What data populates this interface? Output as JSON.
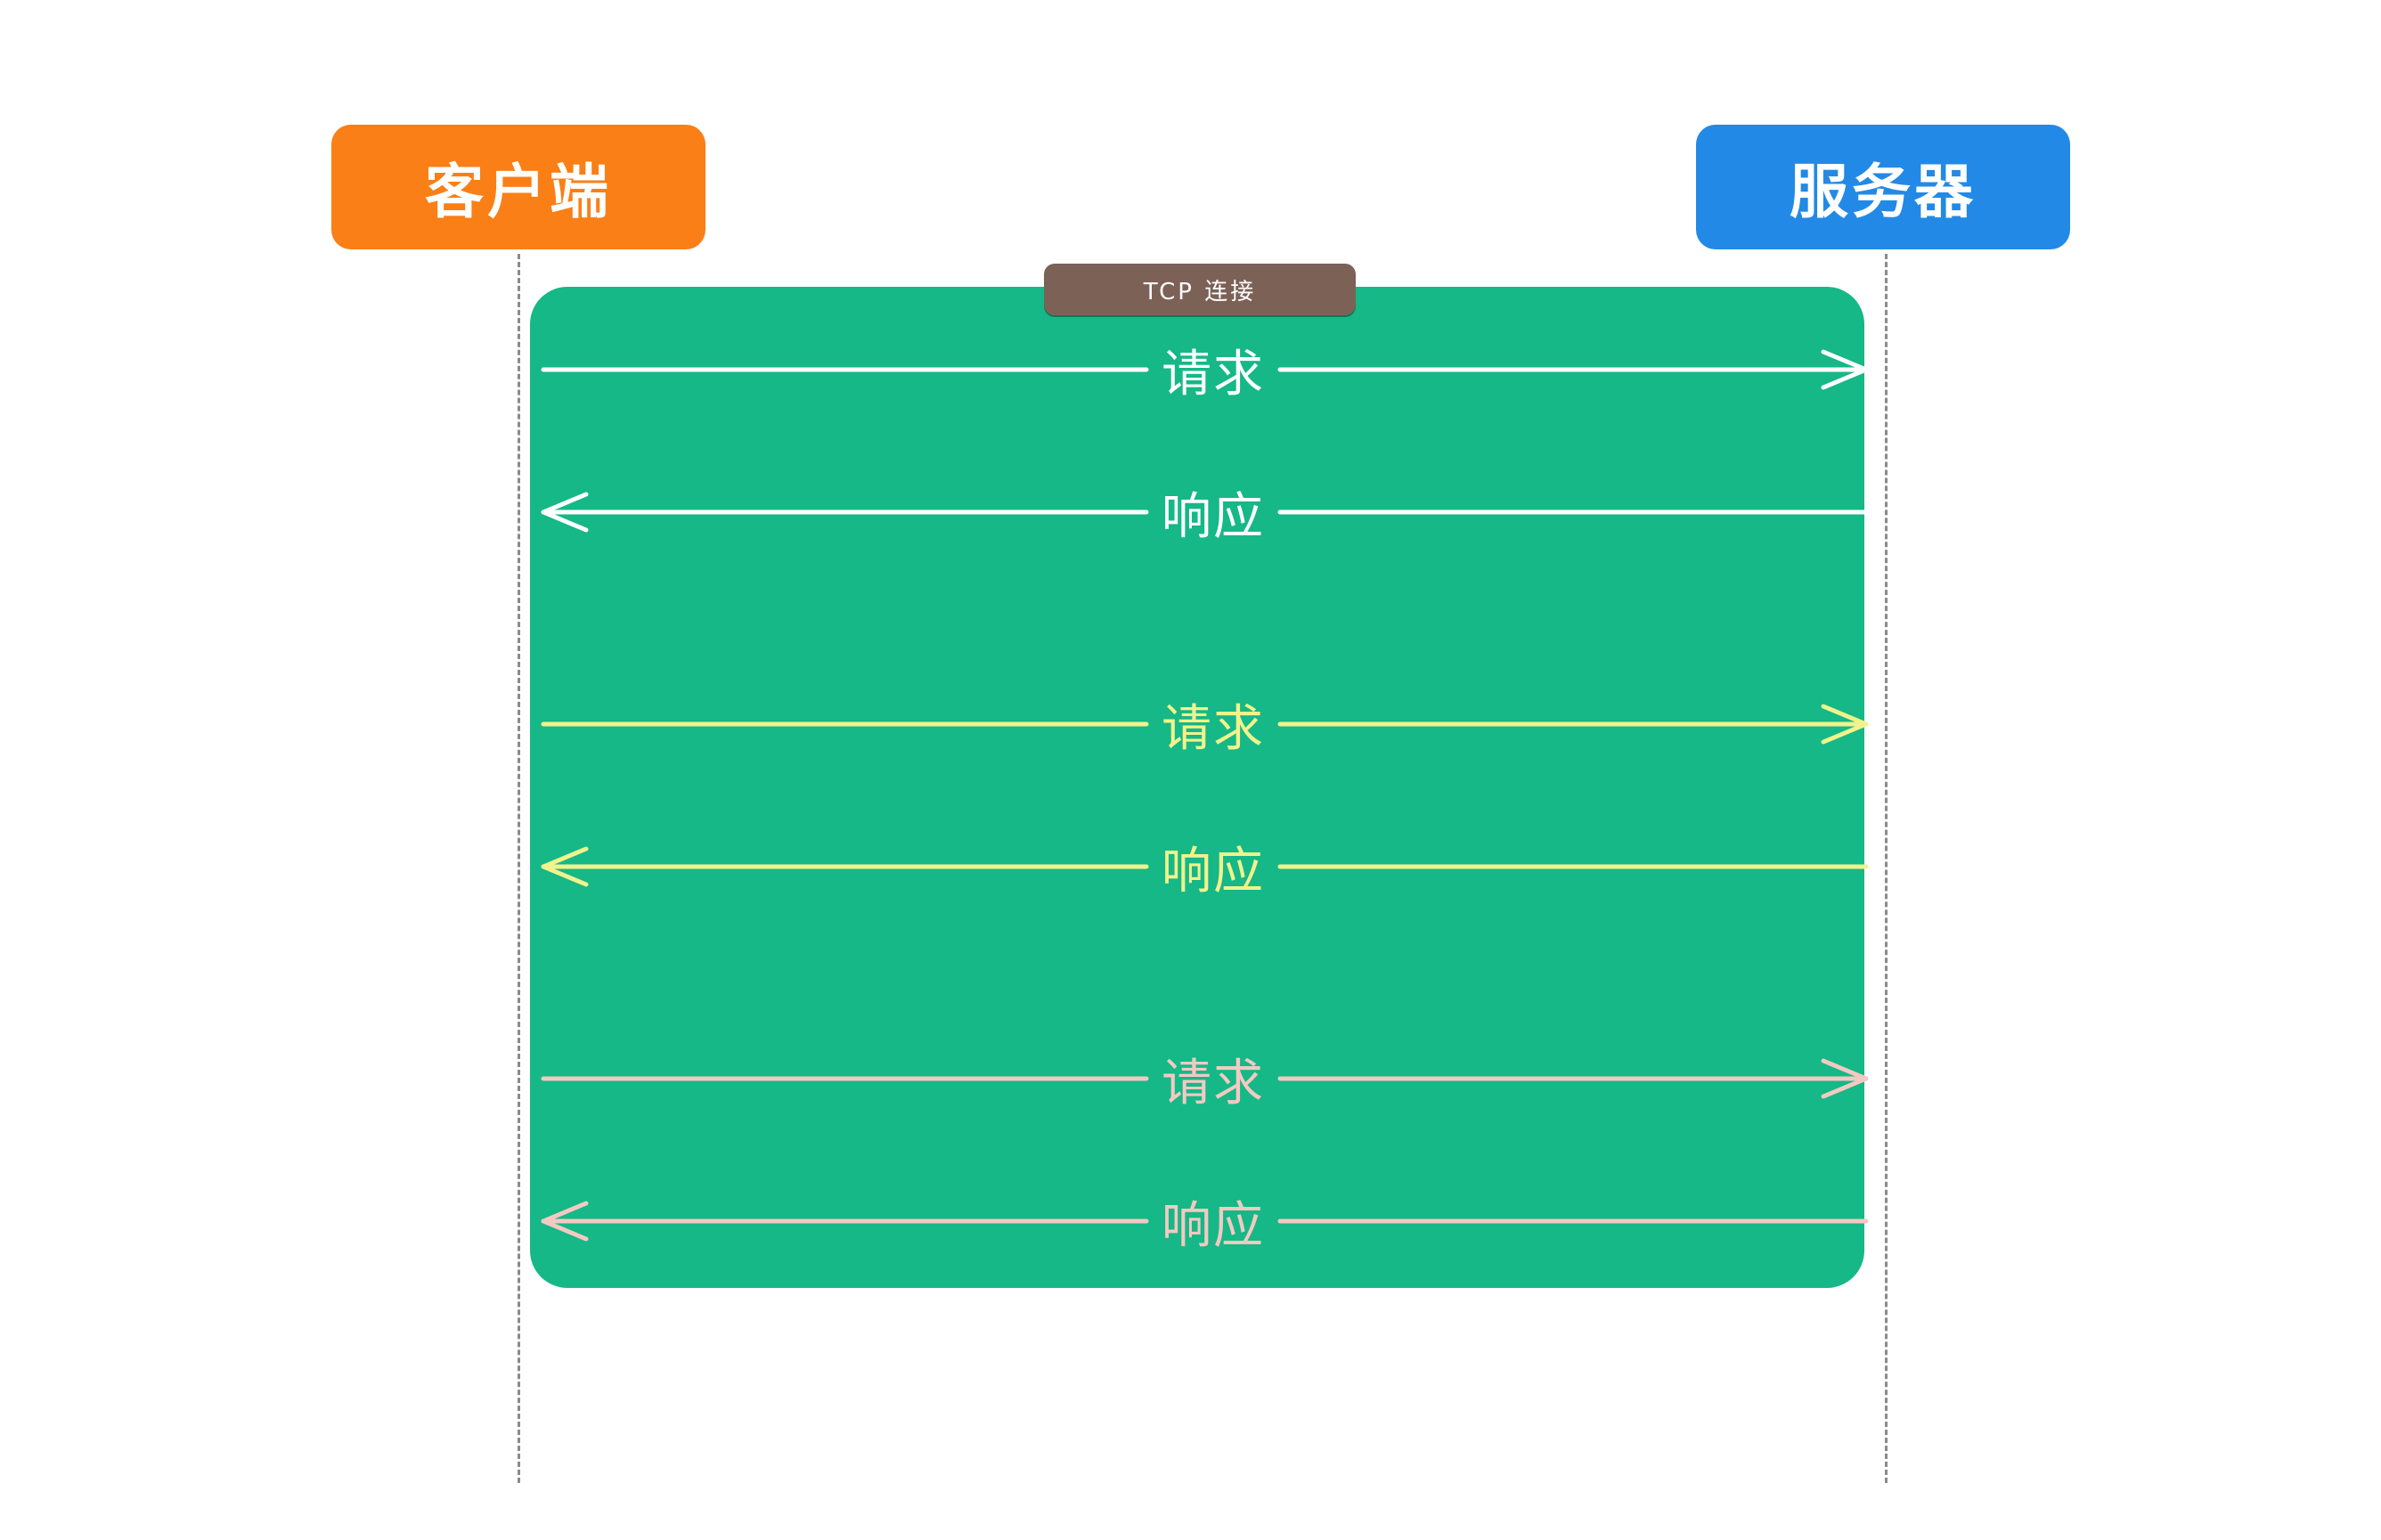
{
  "colors": {
    "client": "#FA7F16",
    "server": "#228AE6",
    "connection": "#15B886",
    "connection_label_bg": "#7C6157",
    "pair_1": "#FFFFFF",
    "pair_2": "#F2F28C",
    "pair_3": "#F4C9C2"
  },
  "client": {
    "label": "客户端"
  },
  "server": {
    "label": "服务器"
  },
  "connection": {
    "label": "TCP 连接"
  },
  "messages": [
    {
      "label": "请求",
      "direction": "client-to-server",
      "pair": 1
    },
    {
      "label": "响应",
      "direction": "server-to-client",
      "pair": 1
    },
    {
      "label": "请求",
      "direction": "client-to-server",
      "pair": 2
    },
    {
      "label": "响应",
      "direction": "server-to-client",
      "pair": 2
    },
    {
      "label": "请求",
      "direction": "client-to-server",
      "pair": 3
    },
    {
      "label": "响应",
      "direction": "server-to-client",
      "pair": 3
    }
  ]
}
